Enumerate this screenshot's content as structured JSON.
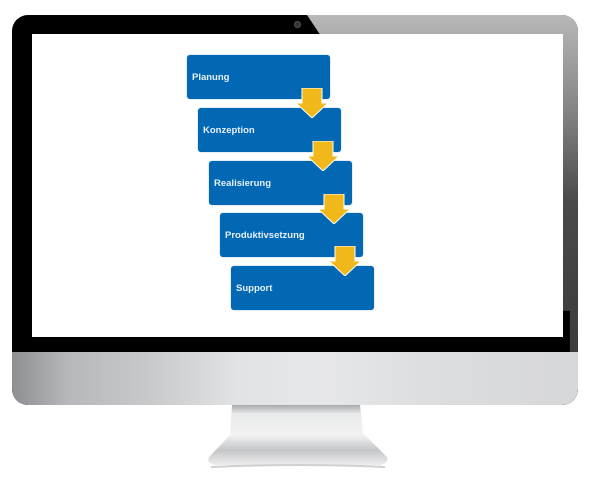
{
  "device": {
    "type": "desktop-monitor"
  },
  "screen": {
    "diagram": {
      "title": "",
      "steps": [
        {
          "label": "Planung"
        },
        {
          "label": "Konzeption"
        },
        {
          "label": "Realisierung"
        },
        {
          "label": "Produktivsetzung"
        },
        {
          "label": "Support"
        }
      ],
      "colors": {
        "box": "#0268b3",
        "arrow": "#f0b81a",
        "text": "#e6f0fa"
      }
    }
  }
}
